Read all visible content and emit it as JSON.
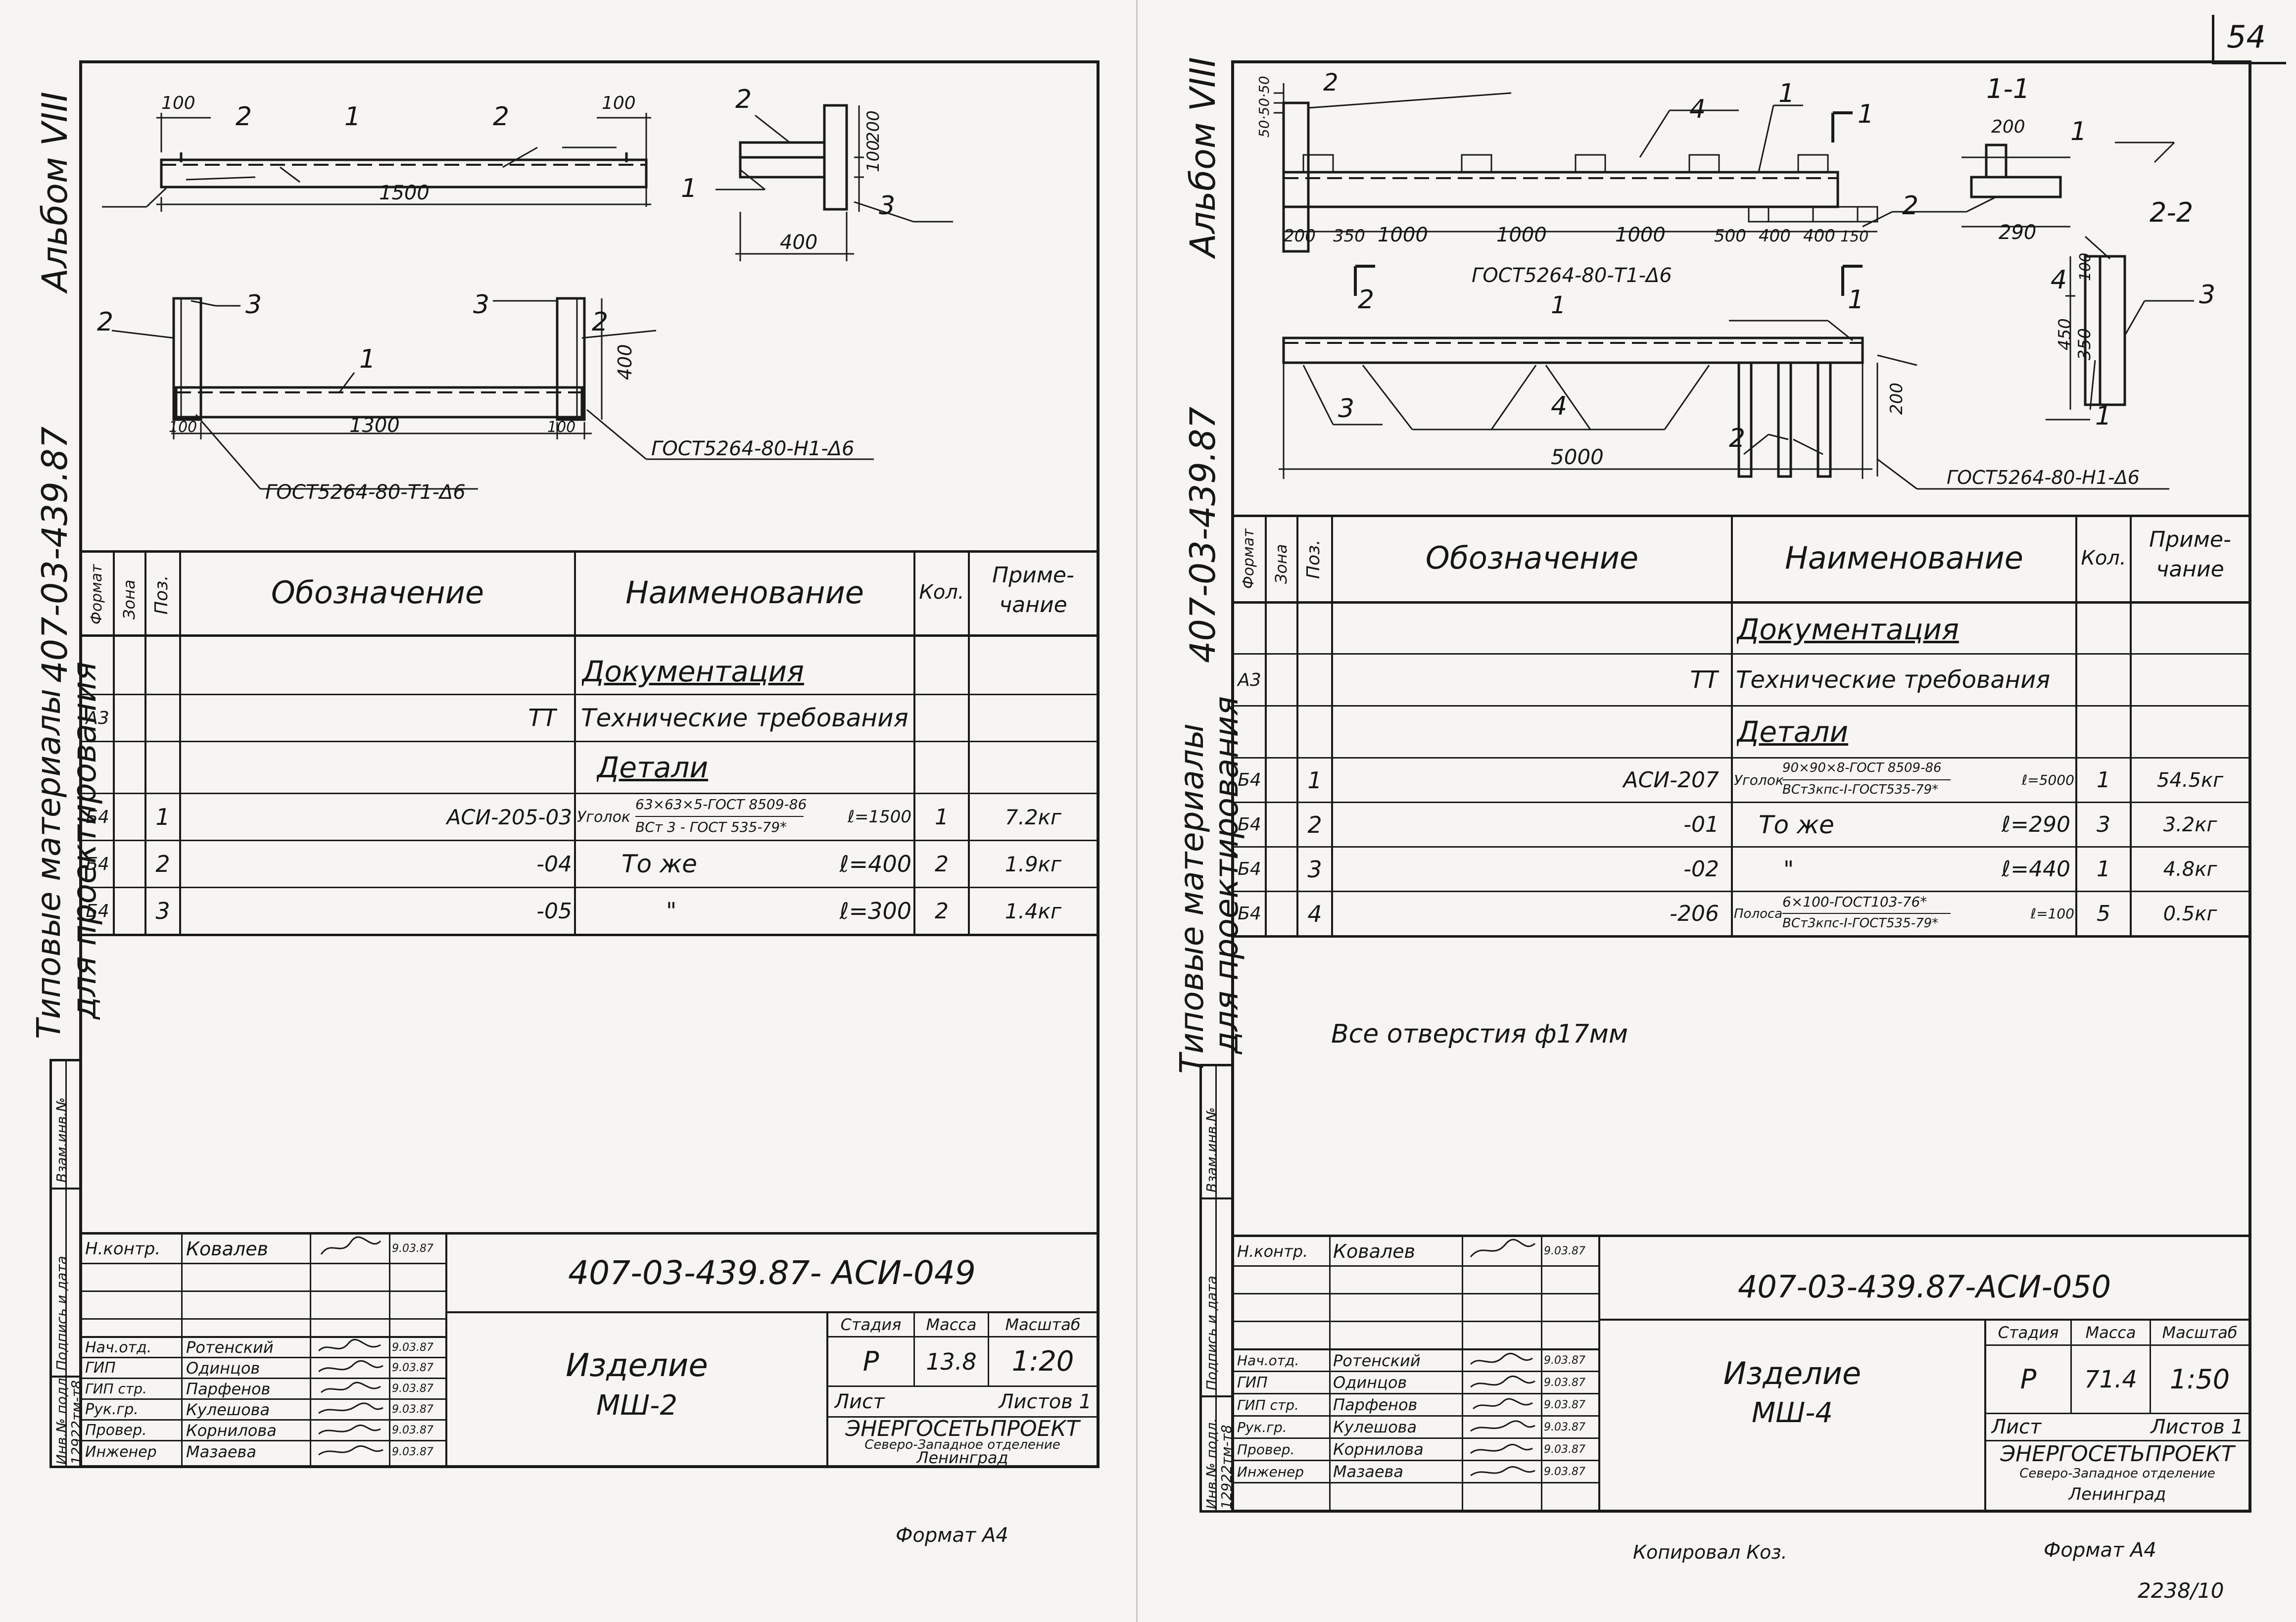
{
  "page_stamp": {
    "number": "54",
    "copy_note": "2238/10"
  },
  "left_sheet": {
    "album": "Альбом VIII",
    "series": "407-03-439.87",
    "typical1": "Типовые материалы",
    "typical2": "для проектирования",
    "drawing": {
      "dims": [
        "100",
        "100",
        "1500",
        "200",
        "100",
        "400",
        "400",
        "100",
        "1300",
        "100"
      ],
      "marks": [
        "1",
        "2",
        "3"
      ],
      "weld1": "ГОСТ5264-80-Н1-Δ6",
      "weld2": "ГОСТ5264-80-Т1-Δ6"
    },
    "spec": {
      "headers": {
        "format": "Формат",
        "zone": "Зона",
        "pos": "Поз.",
        "designation": "Обозначение",
        "name": "Наименование",
        "qty": "Кол.",
        "note1": "Приме-",
        "note2": "чание"
      },
      "section_docs": "Документация",
      "docs_row": {
        "format": "А3",
        "designation": "ТТ",
        "name": "Технические требования"
      },
      "section_parts": "Детали",
      "rows": [
        {
          "format": "Б4",
          "pos": "1",
          "designation": "АСИ-205-03",
          "name_prefix": "Уголок",
          "name_top": "63×63×5-ГОСТ 8509-86",
          "name_bottom": "ВСт 3 - ГОСТ 535-79*",
          "length": "ℓ=1500",
          "qty": "1",
          "note": "7.2кг"
        },
        {
          "format": "Б4",
          "pos": "2",
          "designation": "-04",
          "name_prefix": "То же",
          "name_top": "",
          "name_bottom": "",
          "length": "ℓ=400",
          "qty": "2",
          "note": "1.9кг"
        },
        {
          "format": "Б4",
          "pos": "3",
          "designation": "-05",
          "name_prefix": "\"",
          "name_top": "",
          "name_bottom": "",
          "length": "ℓ=300",
          "qty": "2",
          "note": "1.4кг"
        }
      ]
    },
    "side_labels": {
      "inv_vz": "Взам.инв.№",
      "sign_date": "Подпись и дата",
      "inv_podl": "Инв.№ подл.",
      "inv_num": "12922тм-т8"
    },
    "title_block": {
      "code": "407-03-439.87- АСИ-049",
      "product": "Изделие",
      "product_name": "МШ-2",
      "stage_h": "Стадия",
      "mass_h": "Масса",
      "scale_h": "Масштаб",
      "stage": "Р",
      "mass": "13.8",
      "scale": "1:20",
      "sheet": "Лист",
      "sheets": "Листов 1",
      "org": "ЭНЕРГОСЕТЬПРОЕКТ",
      "org2": "Северо-Западное отделение",
      "city": "Ленинград",
      "staff": [
        {
          "role": "Н.контр.",
          "name": "Ковалев",
          "date": "9.03.87"
        },
        {
          "role": "Нач.отд.",
          "name": "Ротенский",
          "date": "9.03.87"
        },
        {
          "role": "ГИП",
          "name": "Одинцов",
          "date": "9.03.87"
        },
        {
          "role": "ГИП стр.",
          "name": "Парфенов",
          "date": "9.03.87"
        },
        {
          "role": "Рук.гр.",
          "name": "Кулешова",
          "date": "9.03.87"
        },
        {
          "role": "Провер.",
          "name": "Корнилова",
          "date": "9.03.87"
        },
        {
          "role": "Инженер",
          "name": "Мазаева",
          "date": "9.03.87"
        }
      ]
    },
    "format_note": "Формат А4"
  },
  "right_sheet": {
    "album": "Альбом VIII",
    "series": "407-03-439.87",
    "typical1": "Типовые материалы",
    "typical2": "для проектирования",
    "drawing": {
      "dims_top": [
        "200",
        "350",
        "1000",
        "1000",
        "1000",
        "500",
        "400",
        "400",
        "150"
      ],
      "dims_side": "50·50·50",
      "overall": "5000",
      "sec11": "1-1",
      "sec22": "2-2",
      "sec11_dims": [
        "200",
        "290"
      ],
      "sec22_dims": [
        "100",
        "450",
        "350"
      ],
      "h200": "200",
      "marks": [
        "1",
        "2",
        "3",
        "4"
      ],
      "weld1": "ГОСТ5264-80-Т1-Δ6",
      "weld2": "ГОСТ5264-80-Н1-Δ6"
    },
    "spec": {
      "headers": {
        "format": "Формат",
        "zone": "Зона",
        "pos": "Поз.",
        "designation": "Обозначение",
        "name": "Наименование",
        "qty": "Кол.",
        "note1": "Приме-",
        "note2": "чание"
      },
      "section_docs": "Документация",
      "docs_row": {
        "format": "А3",
        "designation": "ТТ",
        "name": "Технические требования"
      },
      "section_parts": "Детали",
      "rows": [
        {
          "format": "Б4",
          "pos": "1",
          "designation": "АСИ-207",
          "name_prefix": "Уголок",
          "name_top": "90×90×8-ГОСТ 8509-86",
          "name_bottom": "ВСт3кпс-I-ГОСТ535-79*",
          "length": "ℓ=5000",
          "qty": "1",
          "note": "54.5кг"
        },
        {
          "format": "Б4",
          "pos": "2",
          "designation": "-01",
          "name_prefix": "То же",
          "name_top": "",
          "name_bottom": "",
          "length": "ℓ=290",
          "qty": "3",
          "note": "3.2кг"
        },
        {
          "format": "Б4",
          "pos": "3",
          "designation": "-02",
          "name_prefix": "\"",
          "name_top": "",
          "name_bottom": "",
          "length": "ℓ=440",
          "qty": "1",
          "note": "4.8кг"
        },
        {
          "format": "Б4",
          "pos": "4",
          "designation": "-206",
          "name_prefix": "Полоса",
          "name_top": "6×100-ГОСТ103-76*",
          "name_bottom": "ВСт3кпс-I-ГОСТ535-79*",
          "length": "ℓ=100",
          "qty": "5",
          "note": "0.5кг"
        }
      ]
    },
    "holes_note": "Все отверстия ф17мм",
    "side_labels": {
      "inv_vz": "Взам.инв.№",
      "sign_date": "Подпись и дата",
      "inv_podl": "Инв.№ подл.",
      "inv_num": "12922тм-т8"
    },
    "title_block": {
      "code": "407-03-439.87-АСИ-050",
      "product": "Изделие",
      "product_name": "МШ-4",
      "stage_h": "Стадия",
      "mass_h": "Масса",
      "scale_h": "Масштаб",
      "stage": "Р",
      "mass": "71.4",
      "scale": "1:50",
      "sheet": "Лист",
      "sheets": "Листов 1",
      "org": "ЭНЕРГОСЕТЬПРОЕКТ",
      "org2": "Северо-Западное отделение",
      "city": "Ленинград",
      "staff": [
        {
          "role": "Н.контр.",
          "name": "Ковалев",
          "date": "9.03.87"
        },
        {
          "role": "Нач.отд.",
          "name": "Ротенский",
          "date": "9.03.87"
        },
        {
          "role": "ГИП",
          "name": "Одинцов",
          "date": "9.03.87"
        },
        {
          "role": "ГИП стр.",
          "name": "Парфенов",
          "date": "9.03.87"
        },
        {
          "role": "Рук.гр.",
          "name": "Кулешова",
          "date": "9.03.87"
        },
        {
          "role": "Провер.",
          "name": "Корнилова",
          "date": "9.03.87"
        },
        {
          "role": "Инженер",
          "name": "Мазаева",
          "date": "9.03.87"
        }
      ]
    },
    "format_note": "Формат А4",
    "copied": "Копировал Коз."
  }
}
